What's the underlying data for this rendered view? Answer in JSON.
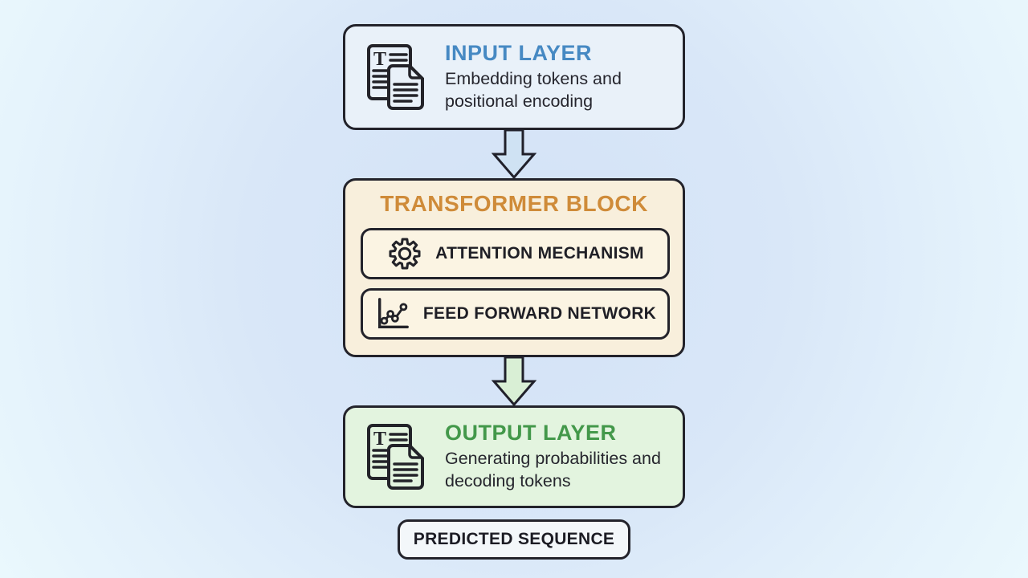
{
  "diagram": {
    "input_layer": {
      "title": "INPUT LAYER",
      "subtitle": "Embedding tokens and positional encoding",
      "title_color": "#4689c3",
      "fill_color": "#e9f1f9",
      "icon": "documents-icon"
    },
    "transformer_block": {
      "title": "TRANSFORMER BLOCK",
      "title_color": "#cf8b39",
      "fill_color": "#f8efdc",
      "sub_blocks": [
        {
          "label": "ATTENTION MECHANISM",
          "icon": "gear-icon",
          "fill_color": "#fbf4e3"
        },
        {
          "label": "FEED FORWARD NETWORK",
          "icon": "line-chart-icon",
          "fill_color": "#fbf4e3"
        }
      ]
    },
    "output_layer": {
      "title": "OUTPUT LAYER",
      "subtitle": "Generating probabilities and decoding tokens",
      "title_color": "#43984a",
      "fill_color": "#e3f4df",
      "icon": "documents-icon"
    },
    "predicted_sequence": {
      "label": "PREDICTED SEQUENCE",
      "fill_color": "#f3f7fa"
    },
    "arrows": [
      {
        "name": "input-to-transformer",
        "fill_color": "#cfe2f3"
      },
      {
        "name": "transformer-to-output",
        "fill_color": "#d9efd5"
      }
    ],
    "colors": {
      "background_center": "#d3e2f6",
      "background_edge": "#eaf8fd",
      "border": "#23232b",
      "body_text": "#26262e"
    }
  }
}
